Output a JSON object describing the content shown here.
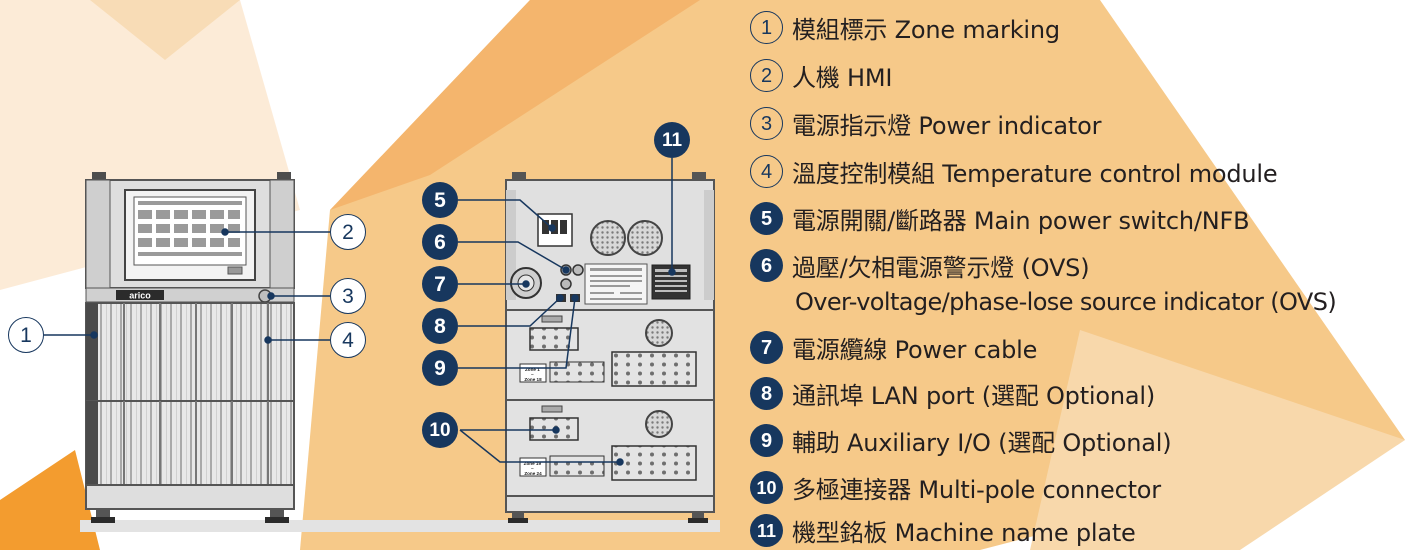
{
  "colors": {
    "navy": "#17375e",
    "orange_strong": "#f39c2f",
    "orange_light": "#f6c989",
    "peach": "#fbe7d0",
    "text": "#231f20"
  },
  "brand": {
    "logo_text": "arico"
  },
  "front_callouts": [
    "1",
    "2",
    "3",
    "4"
  ],
  "rear_callouts": [
    "5",
    "6",
    "7",
    "8",
    "9",
    "10",
    "11"
  ],
  "rear_labels": {
    "zone_a": "Zone 1\n~\nZone 18",
    "zone_b": "Zone 19\n~\nZone 24"
  },
  "legend": [
    {
      "num": "1",
      "style": "outline",
      "text": "模組標示 Zone marking"
    },
    {
      "num": "2",
      "style": "outline",
      "text": "人機 HMI"
    },
    {
      "num": "3",
      "style": "outline",
      "text": "電源指示燈 Power indicator"
    },
    {
      "num": "4",
      "style": "outline",
      "text": "溫度控制模組 Temperature control module"
    },
    {
      "num": "5",
      "style": "solid",
      "text": "電源開關/斷路器 Main power switch/NFB"
    },
    {
      "num": "6",
      "style": "solid",
      "text": "過壓/欠相電源警示燈 (OVS)",
      "sub": "Over-voltage/phase-lose source indicator (OVS)"
    },
    {
      "num": "7",
      "style": "solid",
      "text": "電源纜線 Power cable"
    },
    {
      "num": "8",
      "style": "solid",
      "text": "通訊埠 LAN port (選配 Optional)"
    },
    {
      "num": "9",
      "style": "solid",
      "text": "輔助 Auxiliary I/O (選配 Optional)"
    },
    {
      "num": "10",
      "style": "solid",
      "text": "多極連接器 Multi-pole connector"
    },
    {
      "num": "11",
      "style": "solid",
      "text": "機型銘板 Machine name plate"
    }
  ]
}
